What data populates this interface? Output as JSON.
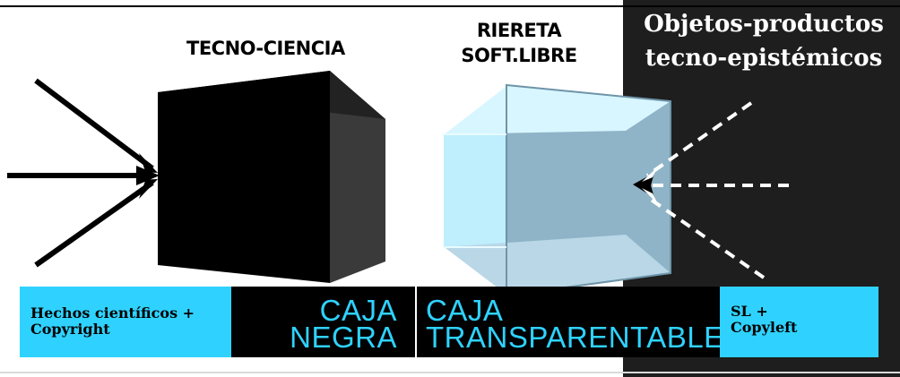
{
  "labels": {
    "tecno_ciencia": "TECNO-CIENCIA",
    "riereta_line1": "RIERETA",
    "riereta_line2": "SOFT.LIBRE",
    "objetos_line1": "Objetos-productos",
    "objetos_line2": "tecno-epistémicos"
  },
  "bottom_bar": {
    "hechos_line1": "Hechos científicos +",
    "hechos_line2": "Copyright",
    "caja_negra_line1": "CAJA",
    "caja_negra_line2": "NEGRA",
    "caja_transp_line1": "CAJA",
    "caja_transp_line2": "TRANSPARENTABLE",
    "sl_line1": "SL +",
    "sl_line2": "Copyleft"
  },
  "colors": {
    "accent_cyan": "#2fd2ff",
    "black": "#000000",
    "dark_panel": "#1e1e1e"
  }
}
